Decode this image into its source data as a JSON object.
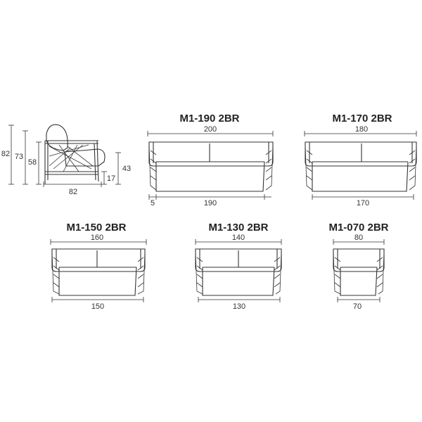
{
  "side_view": {
    "height_overall": "82",
    "height_back": "73",
    "height_arm": "58",
    "height_arm_front": "43",
    "height_seat_gap": "17",
    "depth": "82"
  },
  "sofas": [
    {
      "model": "M1-190 2BR",
      "overall_width": "200",
      "inner_width": "190",
      "side_offset": "5"
    },
    {
      "model": "M1-170 2BR",
      "overall_width": "180",
      "inner_width": "170"
    },
    {
      "model": "M1-150 2BR",
      "overall_width": "160",
      "inner_width": "150"
    },
    {
      "model": "M1-130 2BR",
      "overall_width": "140",
      "inner_width": "130"
    },
    {
      "model": "M1-070 2BR",
      "overall_width": "80",
      "inner_width": "70"
    }
  ]
}
